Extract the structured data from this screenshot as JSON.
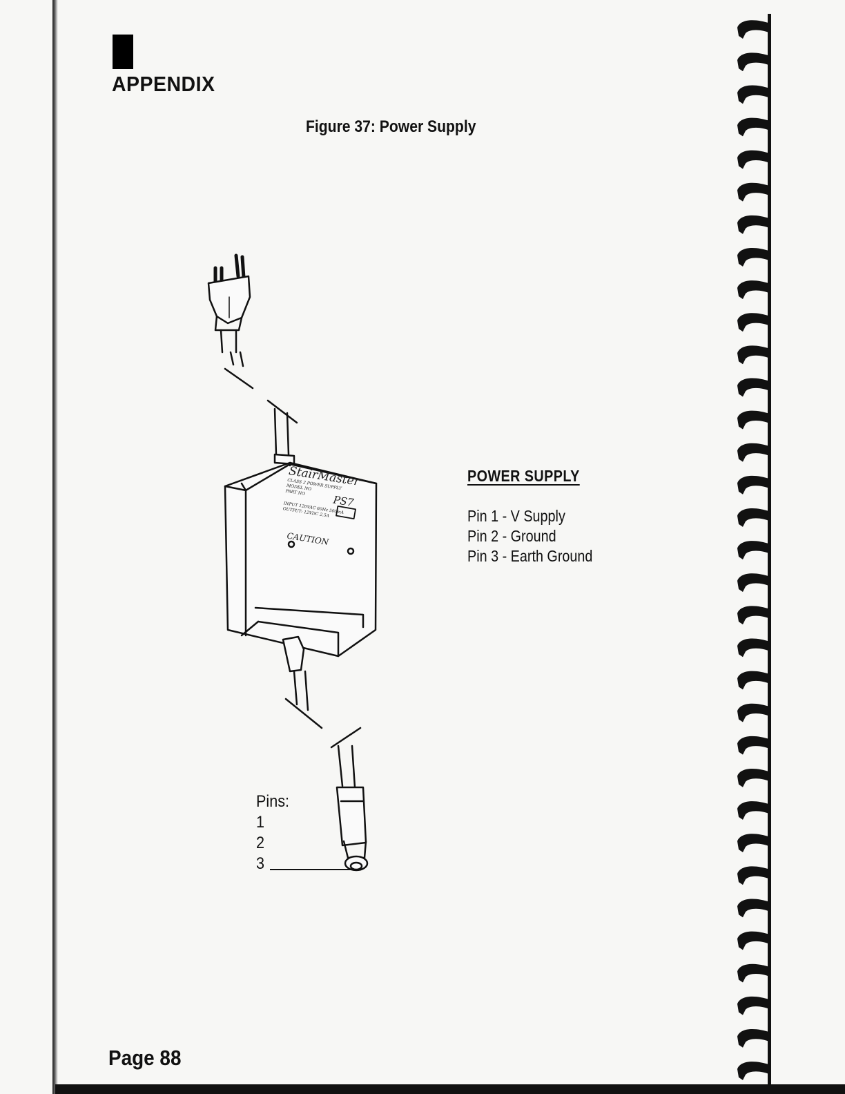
{
  "header": {
    "section_title": "APPENDIX"
  },
  "figure": {
    "caption": "Figure 37: Power Supply"
  },
  "device_label": {
    "brand": "StairMaster",
    "lines": [
      "CLASS 2 POWER SUPPLY",
      "MODEL NO",
      "PART NO"
    ],
    "model": "PS7",
    "ratings": [
      "INPUT 120VAC 60Hz 500mA",
      "OUTPUT: 12VDC 2.5A"
    ],
    "warning": "CAUTION"
  },
  "pins_legend": {
    "title": "Pins:",
    "items": [
      "1",
      "2",
      "3"
    ]
  },
  "power_supply": {
    "heading": "POWER SUPPLY",
    "pins": [
      "Pin 1 - V Supply",
      "Pin 2 - Ground",
      "Pin 3 - Earth Ground"
    ]
  },
  "footer": {
    "page_number": "Page 88"
  },
  "colors": {
    "paper": "#f7f7f5",
    "ink": "#111111"
  },
  "icons": [
    "binding-coil-icon",
    "power-plug-icon",
    "connector-icon"
  ]
}
